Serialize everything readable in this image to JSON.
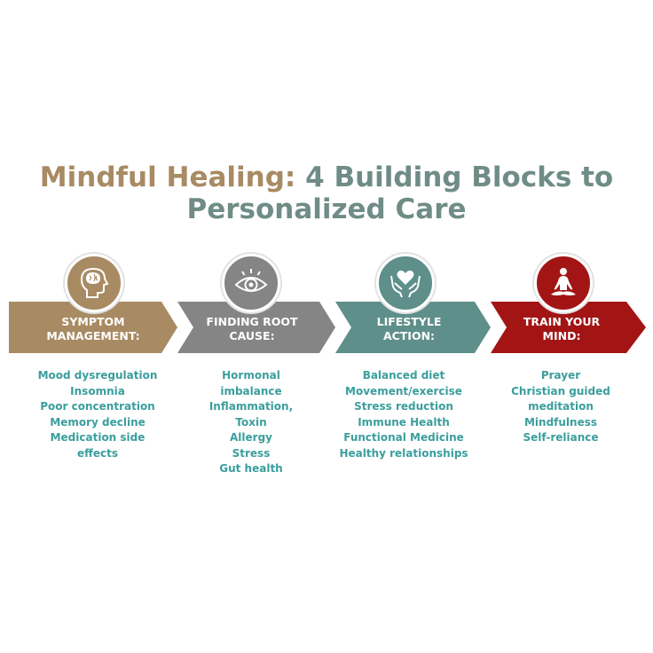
{
  "title": {
    "part1": "Mindful Healing:",
    "part2": "4 Building Blocks to",
    "line2": "Personalized Care"
  },
  "colors": {
    "title_accent": "#a88a63",
    "title_rest": "#6f8c86",
    "list_text": "#3a9e9c",
    "step1": "#a88a63",
    "step2": "#858585",
    "step3": "#5e8f8a",
    "step4": "#a31515"
  },
  "steps": [
    {
      "label_line1": "SYMPTOM",
      "label_line2": "MANAGEMENT:",
      "icon": "brain-head-icon",
      "items": [
        "Mood dysregulation",
        "Insomnia",
        "Poor concentration",
        "Memory decline",
        "Medication side",
        "effects"
      ]
    },
    {
      "label_line1": "FINDING ROOT",
      "label_line2": "CAUSE:",
      "icon": "eye-icon",
      "items": [
        "Hormonal",
        "imbalance",
        "Inflammation,",
        "Toxin",
        "Allergy",
        "Stress",
        "Gut health"
      ]
    },
    {
      "label_line1": "LIFESTYLE",
      "label_line2": "ACTION:",
      "icon": "hands-heart-icon",
      "items": [
        "Balanced diet",
        "Movement/exercise",
        "Stress reduction",
        "Immune Health",
        "Functional Medicine",
        "Healthy relationships"
      ]
    },
    {
      "label_line1": "TRAIN YOUR",
      "label_line2": "MIND:",
      "icon": "meditation-icon",
      "items": [
        "Prayer",
        "Christian guided",
        "meditation",
        "Mindfulness",
        "Self-reliance"
      ]
    }
  ]
}
